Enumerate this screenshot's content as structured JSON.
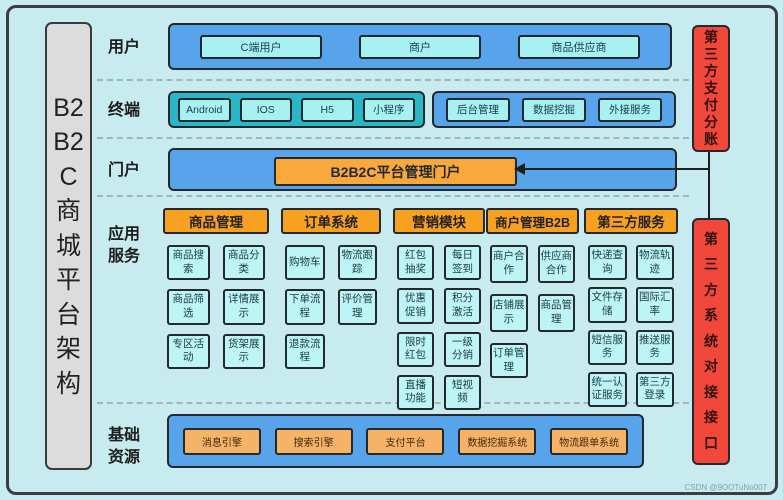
{
  "sidebar_title": "B2\nB2\nC\n商\n城\n平\n台\n架\n构",
  "watermark": "CSDN @9OOTuNo007",
  "right_bars": {
    "payment": "第\n三\n方\n支\n付\n分\n账",
    "integration": "第\n三\n方\n系\n统\n对\n接\n接\n口"
  },
  "rows": {
    "users": {
      "label": "用户",
      "items": [
        "C端用户",
        "商户",
        "商品供应商"
      ]
    },
    "terminals": {
      "label": "终端",
      "client_group": [
        "Android",
        "IOS",
        "H5",
        "小程序"
      ],
      "admin_group": [
        "后台管理",
        "数据挖掘",
        "外接服务"
      ]
    },
    "portal": {
      "label": "门户",
      "box": "B2B2C平台管理门户"
    },
    "services": {
      "label": "应用\n服务",
      "columns": [
        {
          "header": "商品管理",
          "items": [
            "商品搜索",
            "商品分类",
            "商品筛选",
            "详情展示",
            "专区活动",
            "货架展示"
          ]
        },
        {
          "header": "订单系统",
          "items": [
            "购物车",
            "物流跟踪",
            "下单流程",
            "评价管理",
            "退款流程"
          ]
        },
        {
          "header": "营销模块",
          "items": [
            "红包抽奖",
            "每日签到",
            "优惠促销",
            "积分激活",
            "限时红包",
            "一级分销",
            "直播功能",
            "短视频"
          ]
        },
        {
          "header": "商户管理B2B",
          "items": [
            "商户合作",
            "供应商合作",
            "店铺展示",
            "商品管理",
            "订单管理"
          ]
        },
        {
          "header": "第三方服务",
          "items": [
            "快递查询",
            "物流轨迹",
            "文件存储",
            "国际汇率",
            "短信服务",
            "推送服务",
            "统一认证服务",
            "第三方登录"
          ]
        }
      ]
    },
    "resources": {
      "label": "基础\n资源",
      "items": [
        "消息引擎",
        "搜索引擎",
        "支付平台",
        "数据挖掘系统",
        "物流跟单系统"
      ]
    }
  },
  "colors": {
    "background": "#c7ebee",
    "container_blue": "#57a4eb",
    "container_teal": "#29b7c8",
    "item_cyan": "#a8f1f3",
    "small_box_cyan": "#bdf4f6",
    "header_orange": "#f8a01f",
    "portal_orange": "#f9a83c",
    "resource_orange": "#f6b266",
    "side_bar_red": "#f2473b",
    "sidebar_gray": "#dcdcdc",
    "border_dark": "#26292b"
  }
}
